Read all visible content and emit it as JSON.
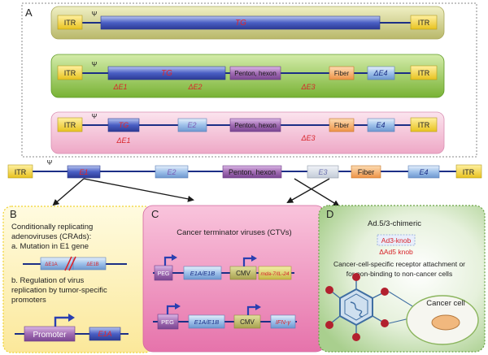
{
  "panel_letters": {
    "a": "A",
    "b": "B",
    "c": "C",
    "d": "D"
  },
  "common": {
    "itr": "ITR",
    "psi": "Ψ",
    "penton": "Penton, hexon",
    "fiber": "Fiber"
  },
  "row1": {
    "tg": "TG"
  },
  "row2": {
    "tg": "TG",
    "delta_e1": "ΔE1",
    "delta_e2": "ΔE2",
    "delta_e3": "ΔE3",
    "delta_e4": "ΔE4"
  },
  "row3": {
    "tg": "TG",
    "delta_e1": "ΔE1",
    "e2": "E2",
    "delta_e3": "ΔE3",
    "e4": "E4"
  },
  "genome": {
    "e1": "E1",
    "e2": "E2",
    "e3": "E3",
    "e4": "E4"
  },
  "panel_b": {
    "line1": "Conditionally replicating",
    "line2": "adenoviruses (CRAds):",
    "line3": "a. Mutation in E1 gene",
    "d1a": "ΔE1A",
    "d1b": "ΔE1B",
    "line4": "b. Regulation of virus",
    "line5": "replication by tumor-specific",
    "line6": "promoters",
    "promoter": "Promoter",
    "e1a": "E1A"
  },
  "panel_c": {
    "title": "Cancer terminator viruses (CTVs)",
    "peg": "PEG",
    "e1ae1b": "E1A/E1B",
    "cmv": "CMV",
    "mda7": "mda-7/IL-24",
    "ifn": "IFN-γ"
  },
  "panel_d": {
    "chimeric": "Ad.5/3-chimeric",
    "ad3knob": "Ad3-knob",
    "ad5knob": "ΔAd5 knob",
    "desc1": "Cancer-cell-specific receptor attachment or",
    "desc2": "for non-binding to non-cancer cells",
    "cancer_cell": "Cancer cell"
  },
  "colors": {
    "blue_gene": "#5a6fc8",
    "light_blue_gene": "#a9c6ea",
    "itr_yellow": "#f5d94a",
    "penton_purple": "#a870b6",
    "fiber_orange": "#f2a860",
    "red_label": "#d8262c",
    "panel_a1_bg": "#d6d58e",
    "panel_a2_bg": "#98c84a",
    "panel_a3_bg": "#f3c2d6",
    "panel_b_bg": "#fdf2b8",
    "panel_c_bg": "#ec8ab8",
    "panel_d_bg": "#bcd9a6"
  }
}
